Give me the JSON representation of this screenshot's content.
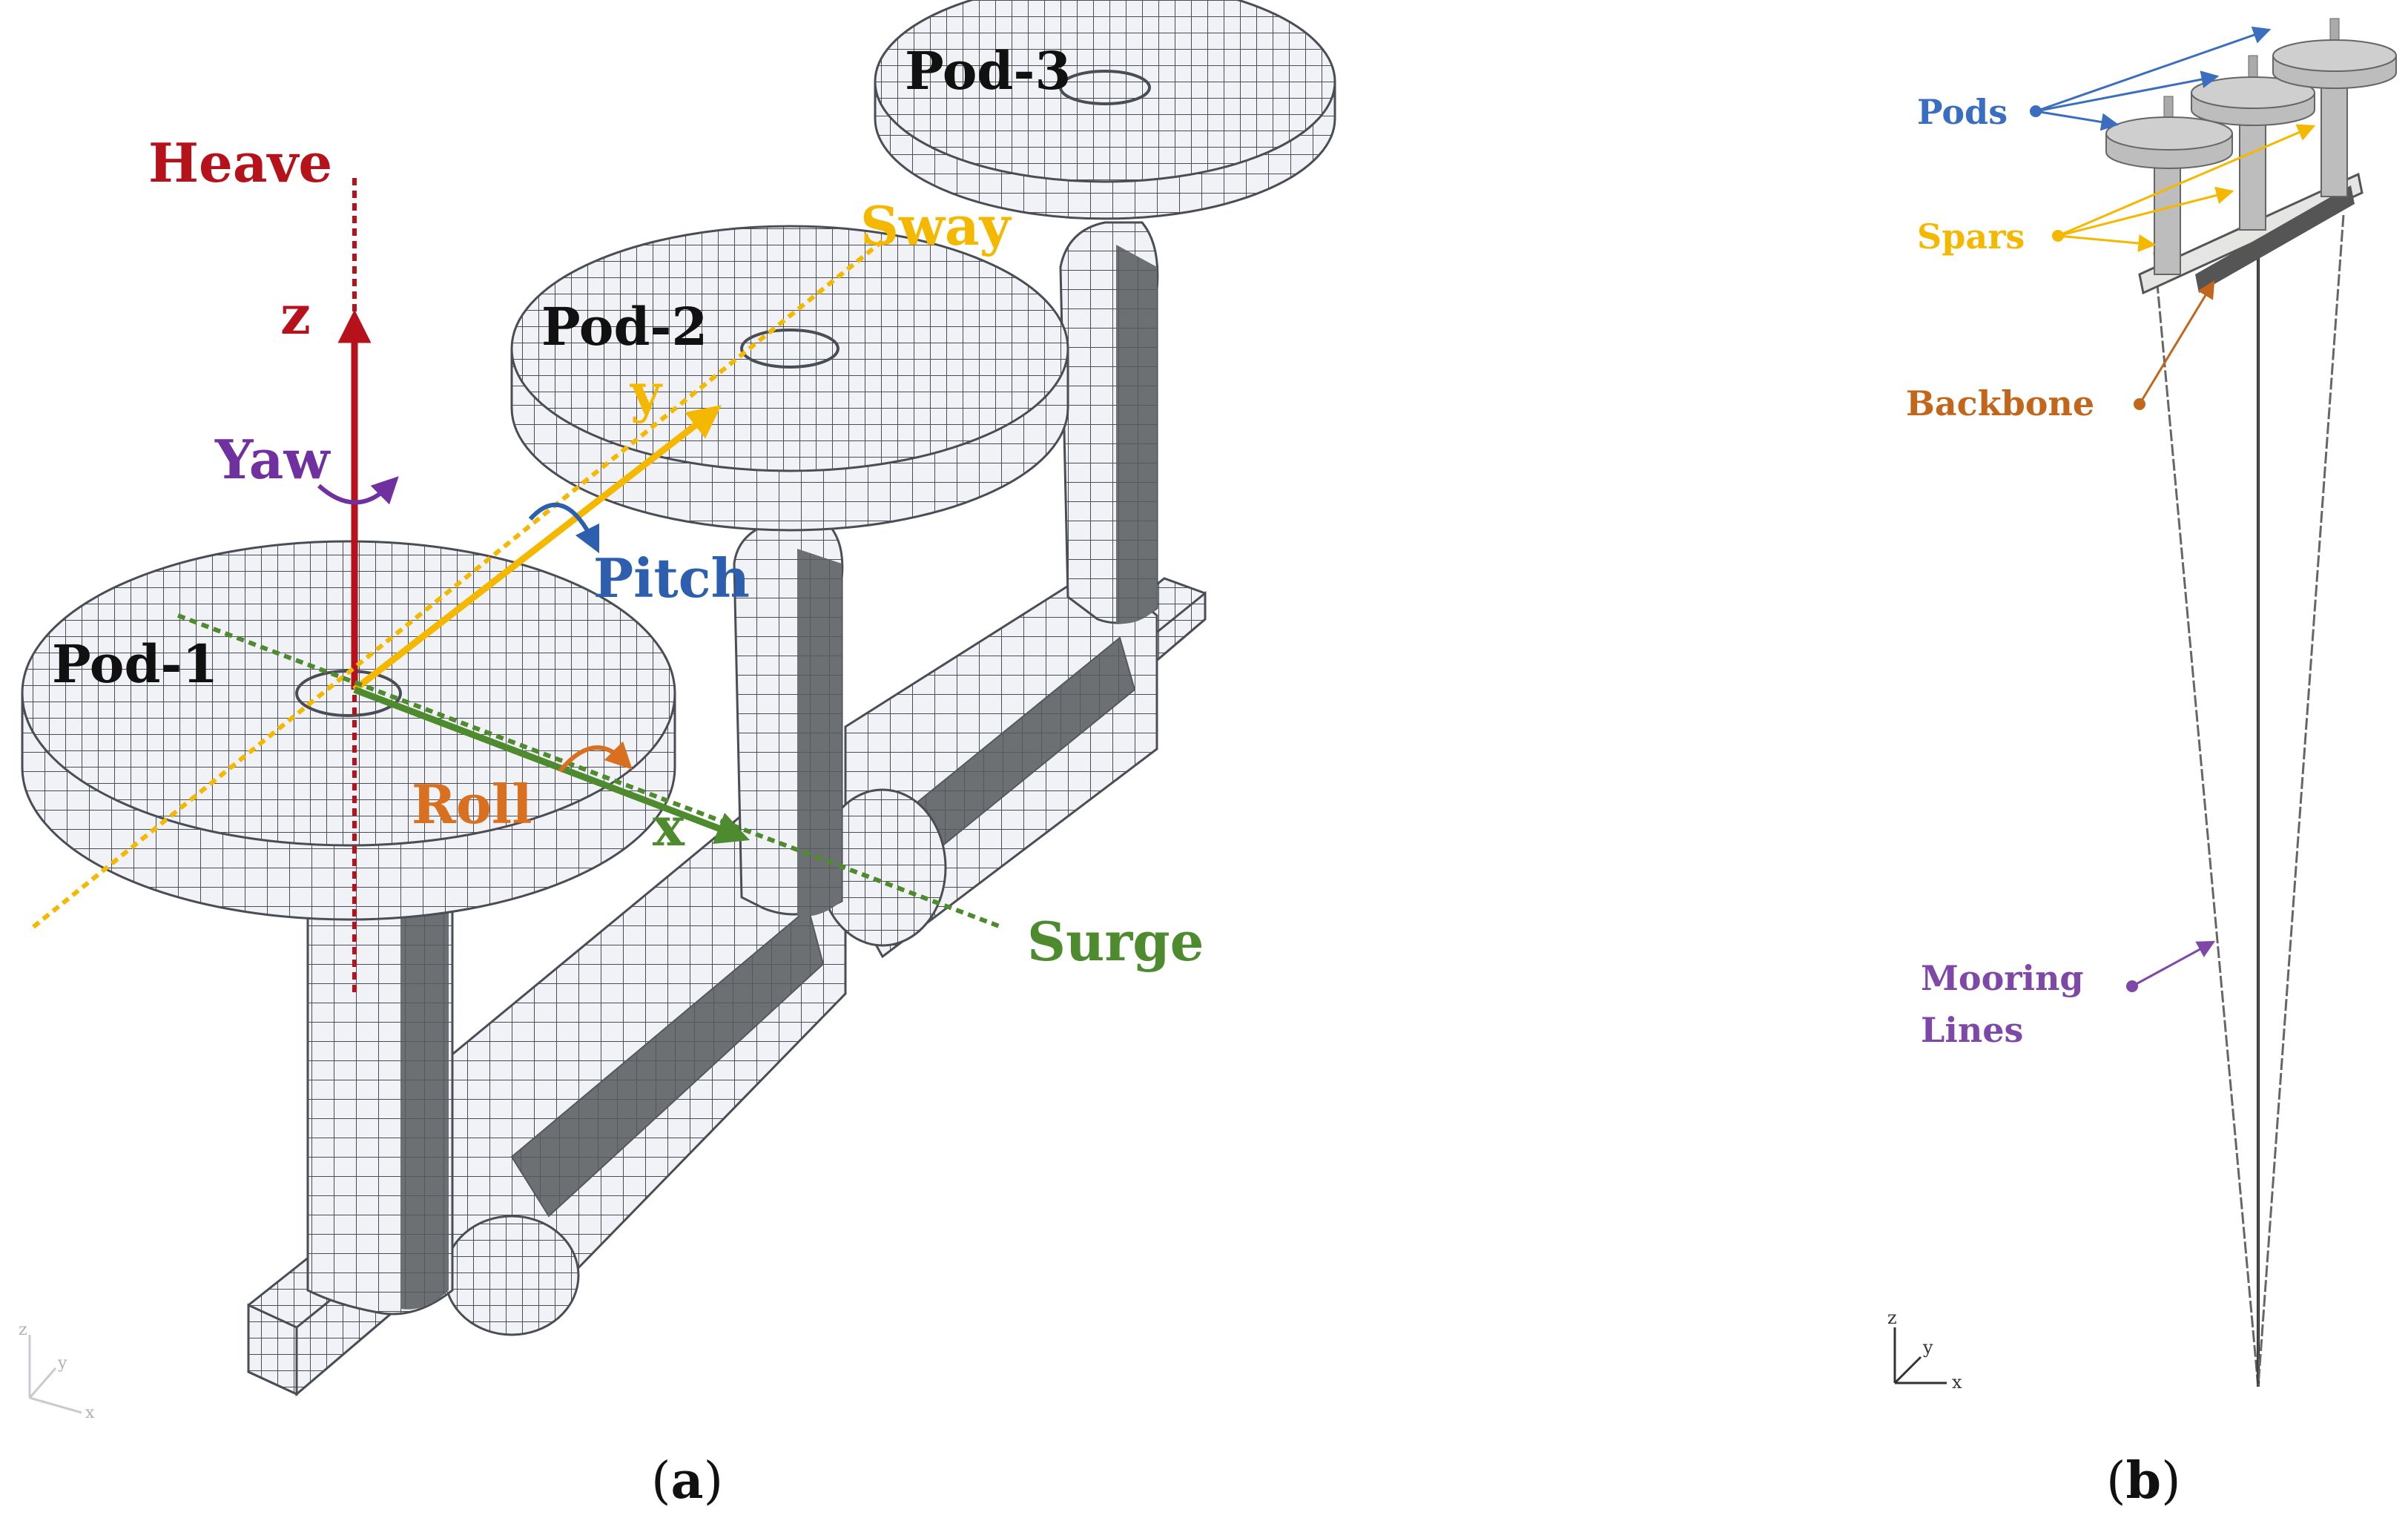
{
  "panel_a": {
    "pods": [
      "Pod-1",
      "Pod-2",
      "Pod-3"
    ],
    "axes": {
      "heave": "Heave",
      "z": "z",
      "yaw": "Yaw",
      "sway": "Sway",
      "y": "y",
      "pitch": "Pitch",
      "roll": "Roll",
      "x": "x",
      "surge": "Surge"
    },
    "triad": {
      "z": "z",
      "y": "y",
      "x": "x"
    },
    "caption": {
      "open": "(",
      "letter": "a",
      "close": ")"
    }
  },
  "panel_b": {
    "labels": {
      "pods": "Pods",
      "spars": "Spars",
      "backbone": "Backbone",
      "mooring_1": "Mooring",
      "mooring_2": "Lines"
    },
    "triad": {
      "z": "z",
      "y": "y",
      "x": "x"
    },
    "caption": {
      "open": "(",
      "letter": "b",
      "close": ")"
    }
  },
  "colors": {
    "heave": "#b5121b",
    "yaw": "#7030a0",
    "sway": "#f5b800",
    "pitch": "#2e5fae",
    "roll": "#d87020",
    "surge": "#4e8a2e",
    "pods_label": "#3a6ec1",
    "spars_label": "#f5b800",
    "backbone_label": "#c2661b",
    "mooring_label": "#7d48a8",
    "mesh_fill": "#f1f2f6",
    "mesh_line": "#4a4d55",
    "shadow": "#6d7073"
  }
}
